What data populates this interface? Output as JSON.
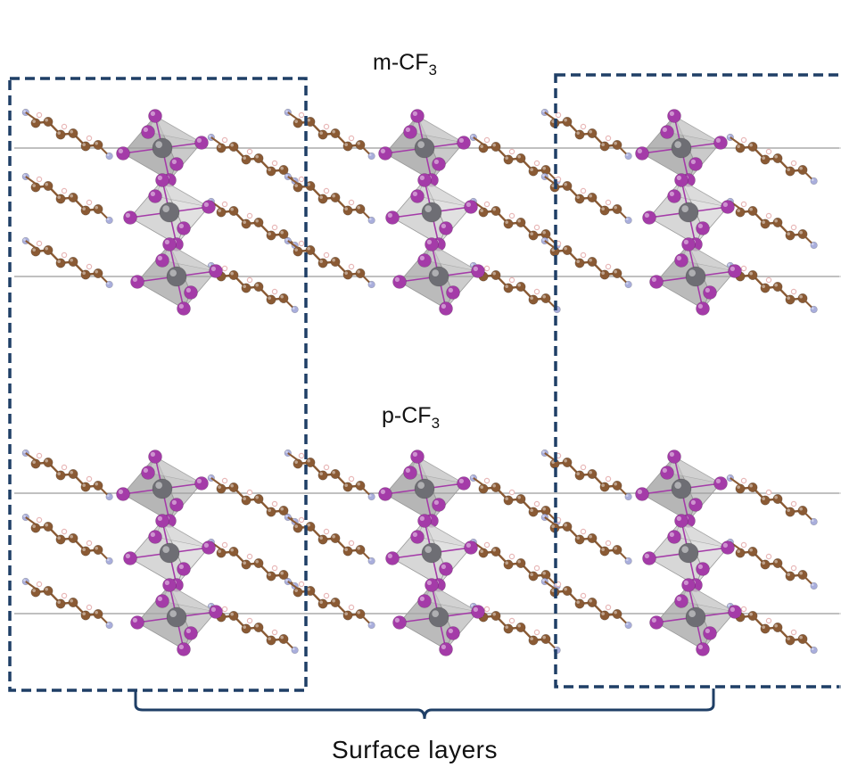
{
  "panels": {
    "top": {
      "name": "m-CF",
      "subscript": "3"
    },
    "bottom": {
      "name": "p-CF",
      "subscript": "3"
    }
  },
  "caption": "Surface layers",
  "colors": {
    "iodine": "#a43ba8",
    "lead": "#6e6e74",
    "carbon": "#8a5a34",
    "nitrogen": "#a9aedc",
    "hydrogen": "#e8b8b8",
    "octahedron": "#b7b7b7",
    "box": "#1f3f66",
    "cell_line": "#9a9a9a"
  },
  "structure": {
    "stacks_per_row": 3,
    "octahedra_per_stack": 3,
    "organic_chains_per_side": 3
  }
}
